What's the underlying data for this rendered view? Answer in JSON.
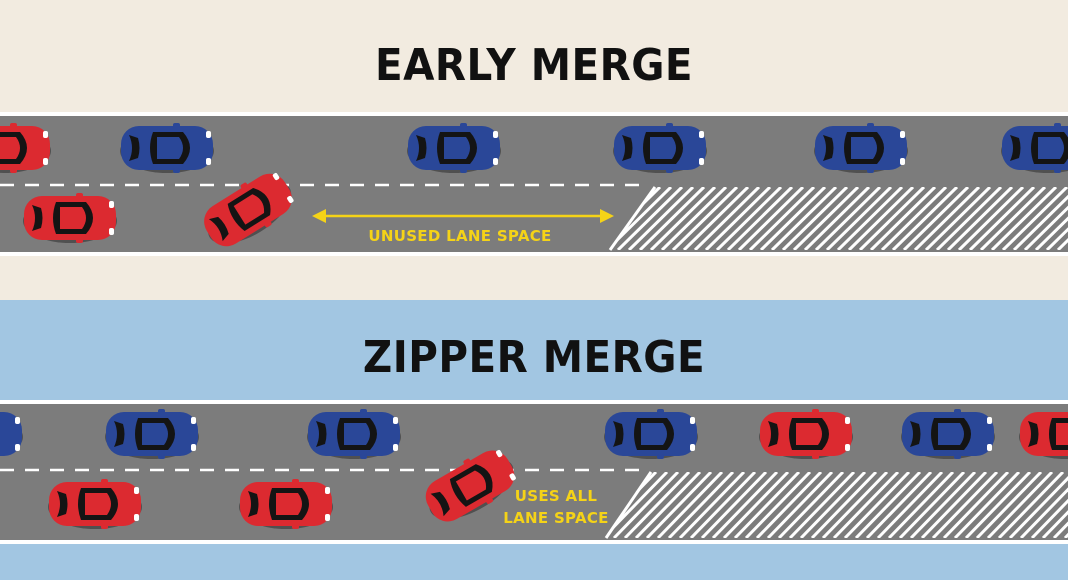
{
  "colors": {
    "early_bg": "#f2ebe0",
    "zipper_bg": "#a2c6e2",
    "road": "#7c7c7c",
    "road_edge": "#ffffff",
    "lane_marking": "#ffffff",
    "annotation": "#f5d317",
    "car_red": "#dc2a30",
    "car_blue": "#2a4798",
    "car_window": "#141414"
  },
  "panels": {
    "early": {
      "title": "EARLY MERGE",
      "annotation": "UNUSED LANE SPACE",
      "cars": [
        {
          "color": "red",
          "lane": "top"
        },
        {
          "color": "blue",
          "lane": "top"
        },
        {
          "color": "blue",
          "lane": "top"
        },
        {
          "color": "blue",
          "lane": "top"
        },
        {
          "color": "blue",
          "lane": "top"
        },
        {
          "color": "blue",
          "lane": "top"
        },
        {
          "color": "red",
          "lane": "bottom"
        },
        {
          "color": "red",
          "lane": "merging"
        }
      ]
    },
    "zipper": {
      "title": "ZIPPER MERGE",
      "annotation_line1": "USES ALL",
      "annotation_line2": "LANE SPACE",
      "cars": [
        {
          "color": "blue",
          "lane": "top"
        },
        {
          "color": "blue",
          "lane": "top"
        },
        {
          "color": "blue",
          "lane": "top"
        },
        {
          "color": "blue",
          "lane": "top"
        },
        {
          "color": "red",
          "lane": "top"
        },
        {
          "color": "blue",
          "lane": "top"
        },
        {
          "color": "red",
          "lane": "top"
        },
        {
          "color": "red",
          "lane": "bottom"
        },
        {
          "color": "red",
          "lane": "bottom"
        },
        {
          "color": "red",
          "lane": "merging"
        }
      ]
    }
  }
}
